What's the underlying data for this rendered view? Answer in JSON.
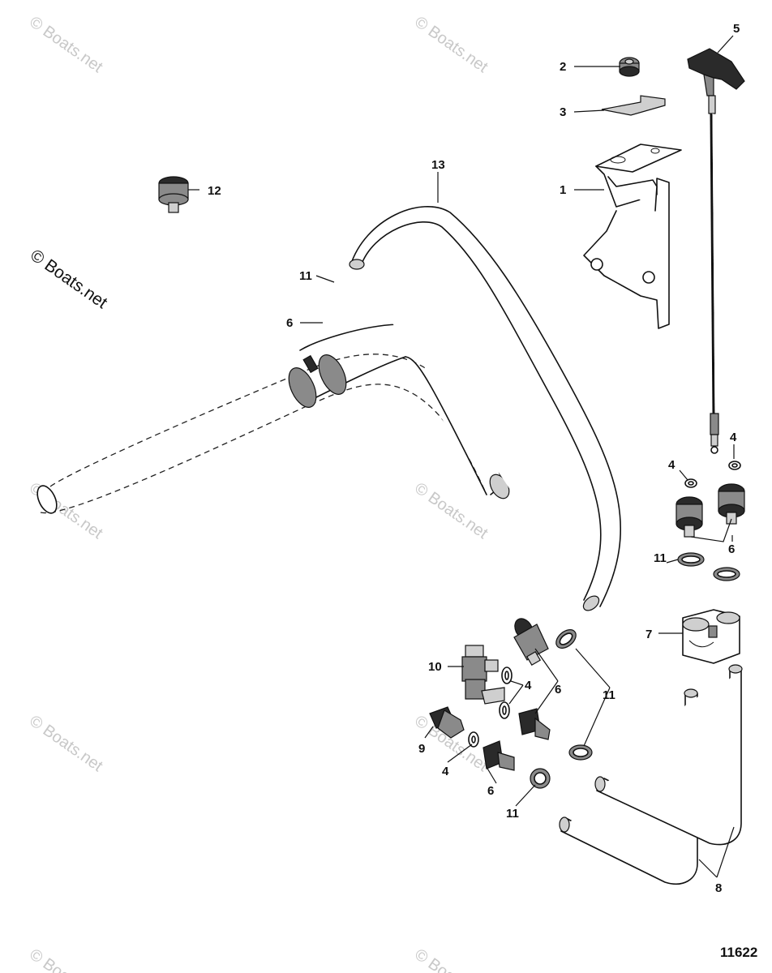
{
  "watermark": {
    "text": "© Boats.net",
    "main_text": "© Boats.net"
  },
  "reference_number": "11622",
  "callouts": {
    "c1": "1",
    "c2": "2",
    "c3": "3",
    "c4a": "4",
    "c4b": "4",
    "c4c": "4",
    "c4d": "4",
    "c5": "5",
    "c6a": "6",
    "c6b": "6",
    "c6c": "6",
    "c6d": "6",
    "c7": "7",
    "c8": "8",
    "c9": "9",
    "c10": "10",
    "c11a": "11",
    "c11b": "11",
    "c11c": "11",
    "c11d": "11",
    "c12": "12",
    "c13": "13"
  },
  "colors": {
    "line": "#111111",
    "watermark": "#c8c8c8",
    "background": "#ffffff"
  }
}
